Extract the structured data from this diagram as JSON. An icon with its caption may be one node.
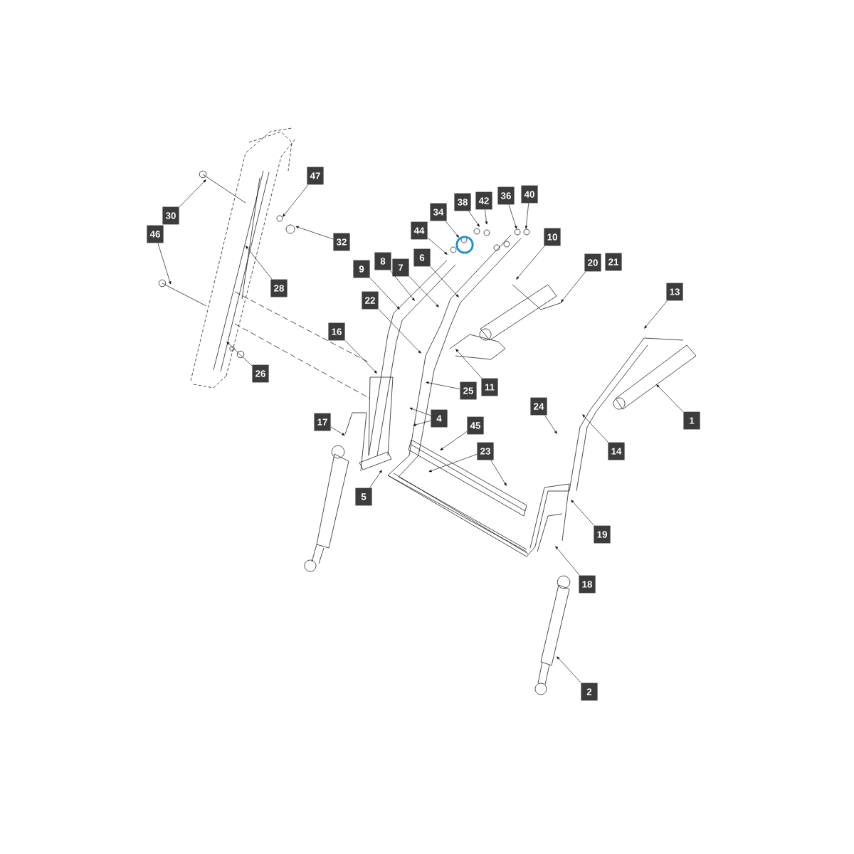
{
  "diagram": {
    "nodes": [
      {
        "text": [
          "47"
        ]
      },
      {
        "text": [
          "38"
        ]
      },
      {
        "text": [
          "42"
        ]
      },
      {
        "text": [
          "36"
        ]
      },
      {
        "text": [
          "40"
        ]
      },
      {
        "text": [
          "30"
        ]
      },
      {
        "text": [
          "34"
        ]
      },
      {
        "text": [
          "46"
        ]
      },
      {
        "text": [
          "44"
        ]
      },
      {
        "text": [
          "32"
        ]
      },
      {
        "text": [
          "10"
        ]
      },
      {
        "text": [
          "9"
        ]
      },
      {
        "text": [
          "8"
        ]
      },
      {
        "text": [
          "7"
        ]
      },
      {
        "text": [
          "6"
        ]
      },
      {
        "text": [
          "20"
        ]
      },
      {
        "text": [
          "13"
        ]
      },
      {
        "text": [
          "28"
        ]
      },
      {
        "text": [
          "22"
        ]
      },
      {
        "text": [
          "16"
        ]
      },
      {
        "text": [
          "26"
        ]
      },
      {
        "text": [
          "11"
        ]
      },
      {
        "text": [
          "25"
        ]
      },
      {
        "text": [
          "24"
        ]
      },
      {
        "text": [
          "4"
        ]
      },
      {
        "text": [
          "17"
        ]
      },
      {
        "text": [
          "1"
        ]
      },
      {
        "text": [
          "45"
        ]
      },
      {
        "text": [
          "14"
        ]
      },
      {
        "text": [
          "23"
        ]
      },
      {
        "text": [
          "5"
        ]
      },
      {
        "text": [
          "19"
        ]
      },
      {
        "text": [
          "18"
        ]
      },
      {
        "text": [
          "2"
        ]
      },
      {
        "text": [
          "21"
        ]
      },
      {
        "text": [],
        "shape": "circle"
      }
    ],
    "edges": [
      {
        "from": 0,
        "to": null,
        "arrow": "to"
      },
      {
        "from": 1,
        "to": null,
        "arrow": "to"
      },
      {
        "from": 2,
        "to": null,
        "arrow": "to"
      },
      {
        "from": 3,
        "to": null,
        "arrow": "to"
      },
      {
        "from": 4,
        "to": null,
        "arrow": "to"
      },
      {
        "from": 5,
        "to": null,
        "arrow": "to"
      },
      {
        "from": 6,
        "to": 35,
        "arrow": "to"
      },
      {
        "from": 7,
        "to": null,
        "arrow": "to"
      },
      {
        "from": 8,
        "to": null,
        "arrow": "to"
      },
      {
        "from": 9,
        "to": null,
        "arrow": "to"
      },
      {
        "from": 10,
        "to": null,
        "arrow": "to"
      },
      {
        "from": 11,
        "to": null,
        "arrow": "to"
      },
      {
        "from": 12,
        "to": null,
        "arrow": "to"
      },
      {
        "from": 13,
        "to": null,
        "arrow": "to"
      },
      {
        "from": 14,
        "to": null,
        "arrow": "to"
      },
      {
        "from": 15,
        "to": null,
        "arrow": "to"
      },
      {
        "from": 16,
        "to": null,
        "arrow": "to"
      },
      {
        "from": 17,
        "to": null,
        "arrow": "to"
      },
      {
        "from": 18,
        "to": null,
        "arrow": "to"
      },
      {
        "from": 19,
        "to": null,
        "arrow": "to"
      },
      {
        "from": 20,
        "to": null,
        "arrow": "to"
      },
      {
        "from": 21,
        "to": null,
        "arrow": "to"
      },
      {
        "from": 22,
        "to": null,
        "arrow": "to"
      },
      {
        "from": 23,
        "to": null,
        "arrow": "to"
      },
      {
        "from": 24,
        "to": null,
        "arrow": "to"
      },
      {
        "from": 24,
        "to": null,
        "arrow": "to"
      },
      {
        "from": 25,
        "to": null,
        "arrow": "to"
      },
      {
        "from": 26,
        "to": null,
        "arrow": "to"
      },
      {
        "from": 27,
        "to": null,
        "arrow": "to"
      },
      {
        "from": 28,
        "to": null,
        "arrow": "to"
      },
      {
        "from": 29,
        "to": null,
        "arrow": "to"
      },
      {
        "from": 29,
        "to": null,
        "arrow": "to"
      },
      {
        "from": 30,
        "to": null,
        "arrow": "to"
      },
      {
        "from": 31,
        "to": null,
        "arrow": "to"
      },
      {
        "from": 32,
        "to": null,
        "arrow": "to"
      },
      {
        "from": 33,
        "to": null,
        "arrow": "to"
      }
    ]
  }
}
